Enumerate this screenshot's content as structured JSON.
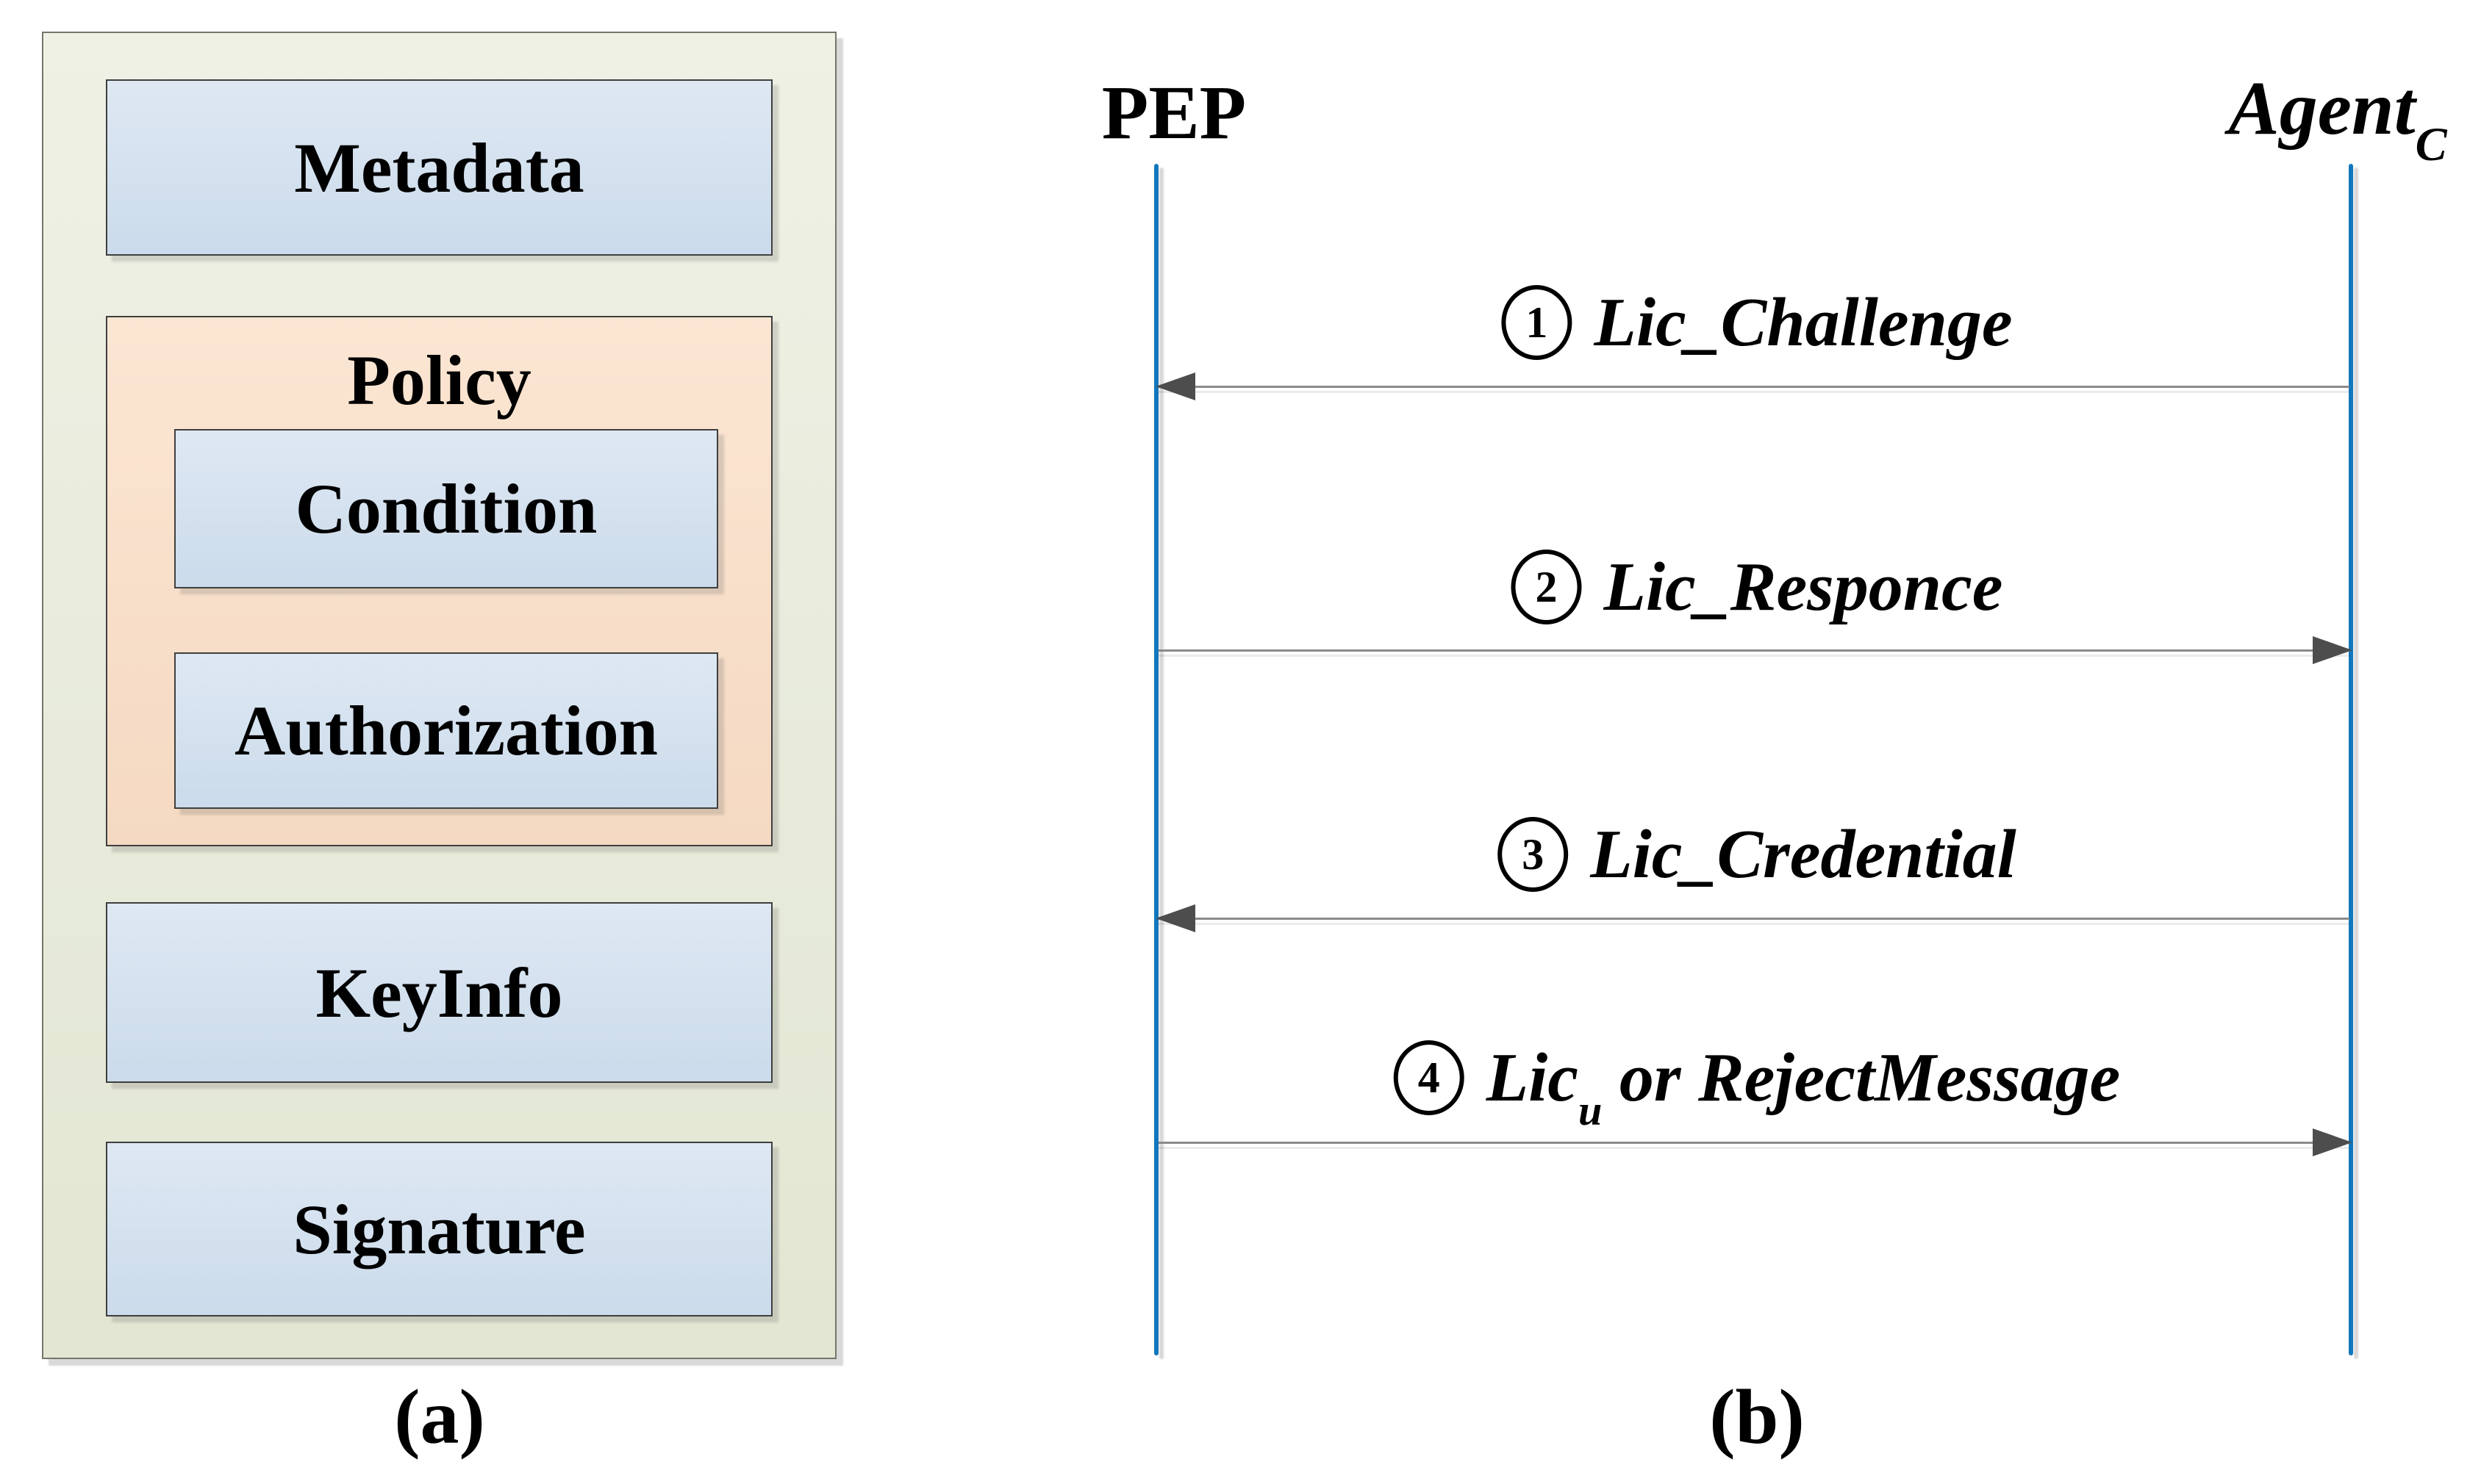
{
  "panel_a": {
    "caption": "(a)",
    "boxes": {
      "metadata": "Metadata",
      "policy": "Policy",
      "condition": "Condition",
      "authorization": "Authorization",
      "keyinfo": "KeyInfo",
      "signature": "Signature"
    }
  },
  "panel_b": {
    "caption": "(b)",
    "lifelines": [
      {
        "name": "PEP",
        "subscript": ""
      },
      {
        "name": "Agent",
        "subscript": "C"
      }
    ],
    "messages": [
      {
        "number": "1",
        "pre": "Lic_Challenge",
        "sub": "",
        "post": "",
        "direction": "left"
      },
      {
        "number": "2",
        "pre": "Lic_Responce",
        "sub": "",
        "post": "",
        "direction": "right"
      },
      {
        "number": "3",
        "pre": "Lic_Credential",
        "sub": "",
        "post": "",
        "direction": "left"
      },
      {
        "number": "4",
        "pre": "Lic",
        "sub": "u",
        "post": " or RejectMessage",
        "direction": "right"
      }
    ]
  },
  "colors": {
    "lifeline_blue": "#1277bd",
    "box_blue_top": "#dee8f3",
    "box_blue_bottom": "#cbdbeb",
    "box_peach_top": "#fbe6d3",
    "box_peach_bottom": "#f5d9c2",
    "panel_bg_top": "#eff1e5",
    "panel_bg_bottom": "#e2e6d2",
    "arrow_gray": "#8a8a8a",
    "arrowhead_gray": "#4d4d4d"
  }
}
